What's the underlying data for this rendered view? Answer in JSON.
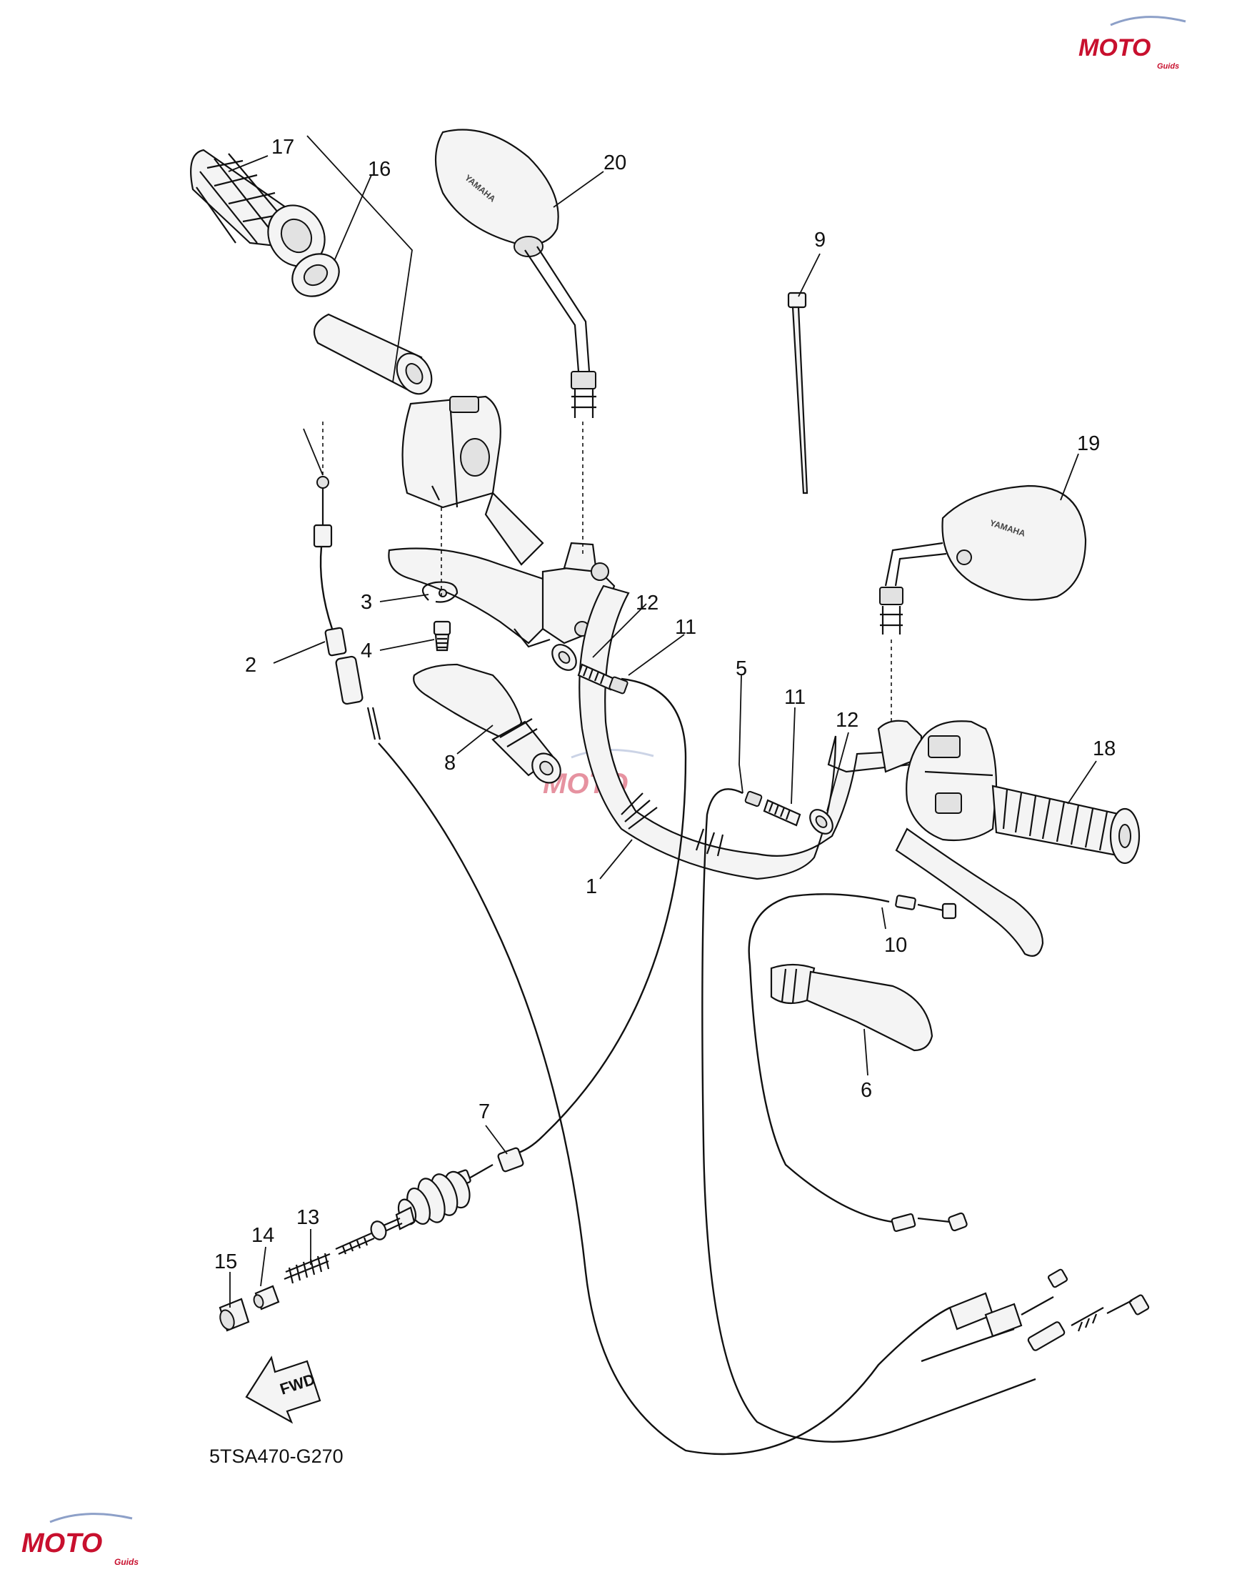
{
  "diagram": {
    "callouts": [
      {
        "id": "1",
        "label": "1"
      },
      {
        "id": "2",
        "label": "2"
      },
      {
        "id": "3",
        "label": "3"
      },
      {
        "id": "4",
        "label": "4"
      },
      {
        "id": "5",
        "label": "5"
      },
      {
        "id": "6",
        "label": "6"
      },
      {
        "id": "7",
        "label": "7"
      },
      {
        "id": "8",
        "label": "8"
      },
      {
        "id": "9",
        "label": "9"
      },
      {
        "id": "10",
        "label": "10"
      },
      {
        "id": "11a",
        "label": "11"
      },
      {
        "id": "11b",
        "label": "11"
      },
      {
        "id": "12a",
        "label": "12"
      },
      {
        "id": "12b",
        "label": "12"
      },
      {
        "id": "13",
        "label": "13"
      },
      {
        "id": "14",
        "label": "14"
      },
      {
        "id": "15",
        "label": "15"
      },
      {
        "id": "16",
        "label": "16"
      },
      {
        "id": "17",
        "label": "17"
      },
      {
        "id": "18",
        "label": "18"
      },
      {
        "id": "19",
        "label": "19"
      },
      {
        "id": "20",
        "label": "20"
      }
    ],
    "mirror_brand_left": "YAMAHA",
    "mirror_brand_right": "YAMAHA",
    "direction_marker": "FWD",
    "diagram_code": "5TSA470-G270"
  },
  "watermark": {
    "text": "MOTO",
    "subtext": "Guids",
    "color_red": "#c8102e",
    "color_blue": "#1b3f8b"
  }
}
